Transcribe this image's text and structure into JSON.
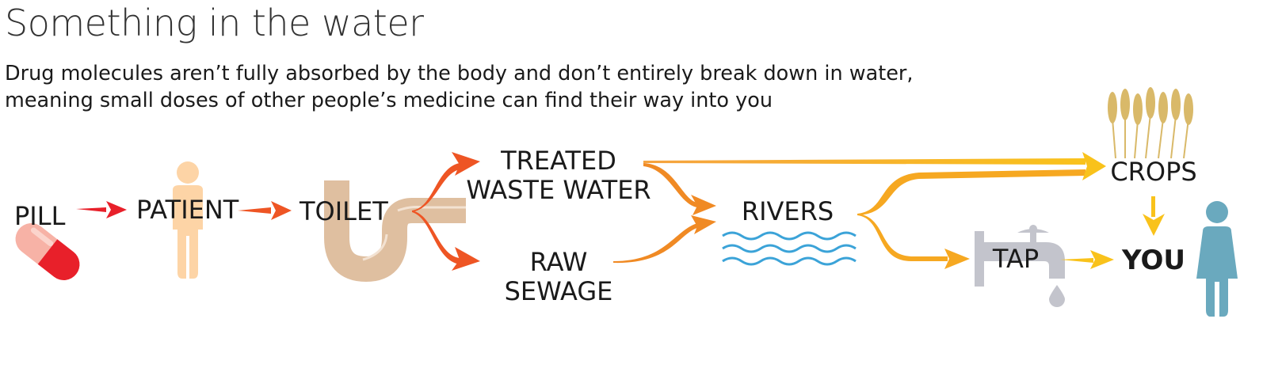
{
  "title": "Something in the water",
  "subtitle": {
    "line1": "Drug molecules aren’t fully absorbed by the body and don’t entirely break down in water,",
    "line2": "meaning small doses of other people’s medicine can find their way into you"
  },
  "nodes": {
    "pill": "PILL",
    "patient": "PATIENT",
    "toilet": "TOILET",
    "treated_line1": "TREATED",
    "treated_line2": "WASTE WATER",
    "raw_line1": "RAW",
    "raw_line2": "SEWAGE",
    "rivers": "RIVERS",
    "crops": "CROPS",
    "tap": "TAP",
    "you": "YOU"
  },
  "icons": [
    "pill-icon",
    "patient-icon",
    "pipe-icon",
    "waves-icon",
    "wheat-icon",
    "tap-icon",
    "person-icon"
  ],
  "colors": {
    "red": "#e8202a",
    "orange_red": "#ee5a24",
    "orange": "#f08a24",
    "amber": "#f6a821",
    "yellow": "#f9c21b",
    "pipe": "#dfbfa0",
    "patient": "#fdd4a6",
    "water": "#3ba3d8",
    "wheat": "#d9b969",
    "tap": "#c3c4cc",
    "person": "#6aa9be"
  }
}
